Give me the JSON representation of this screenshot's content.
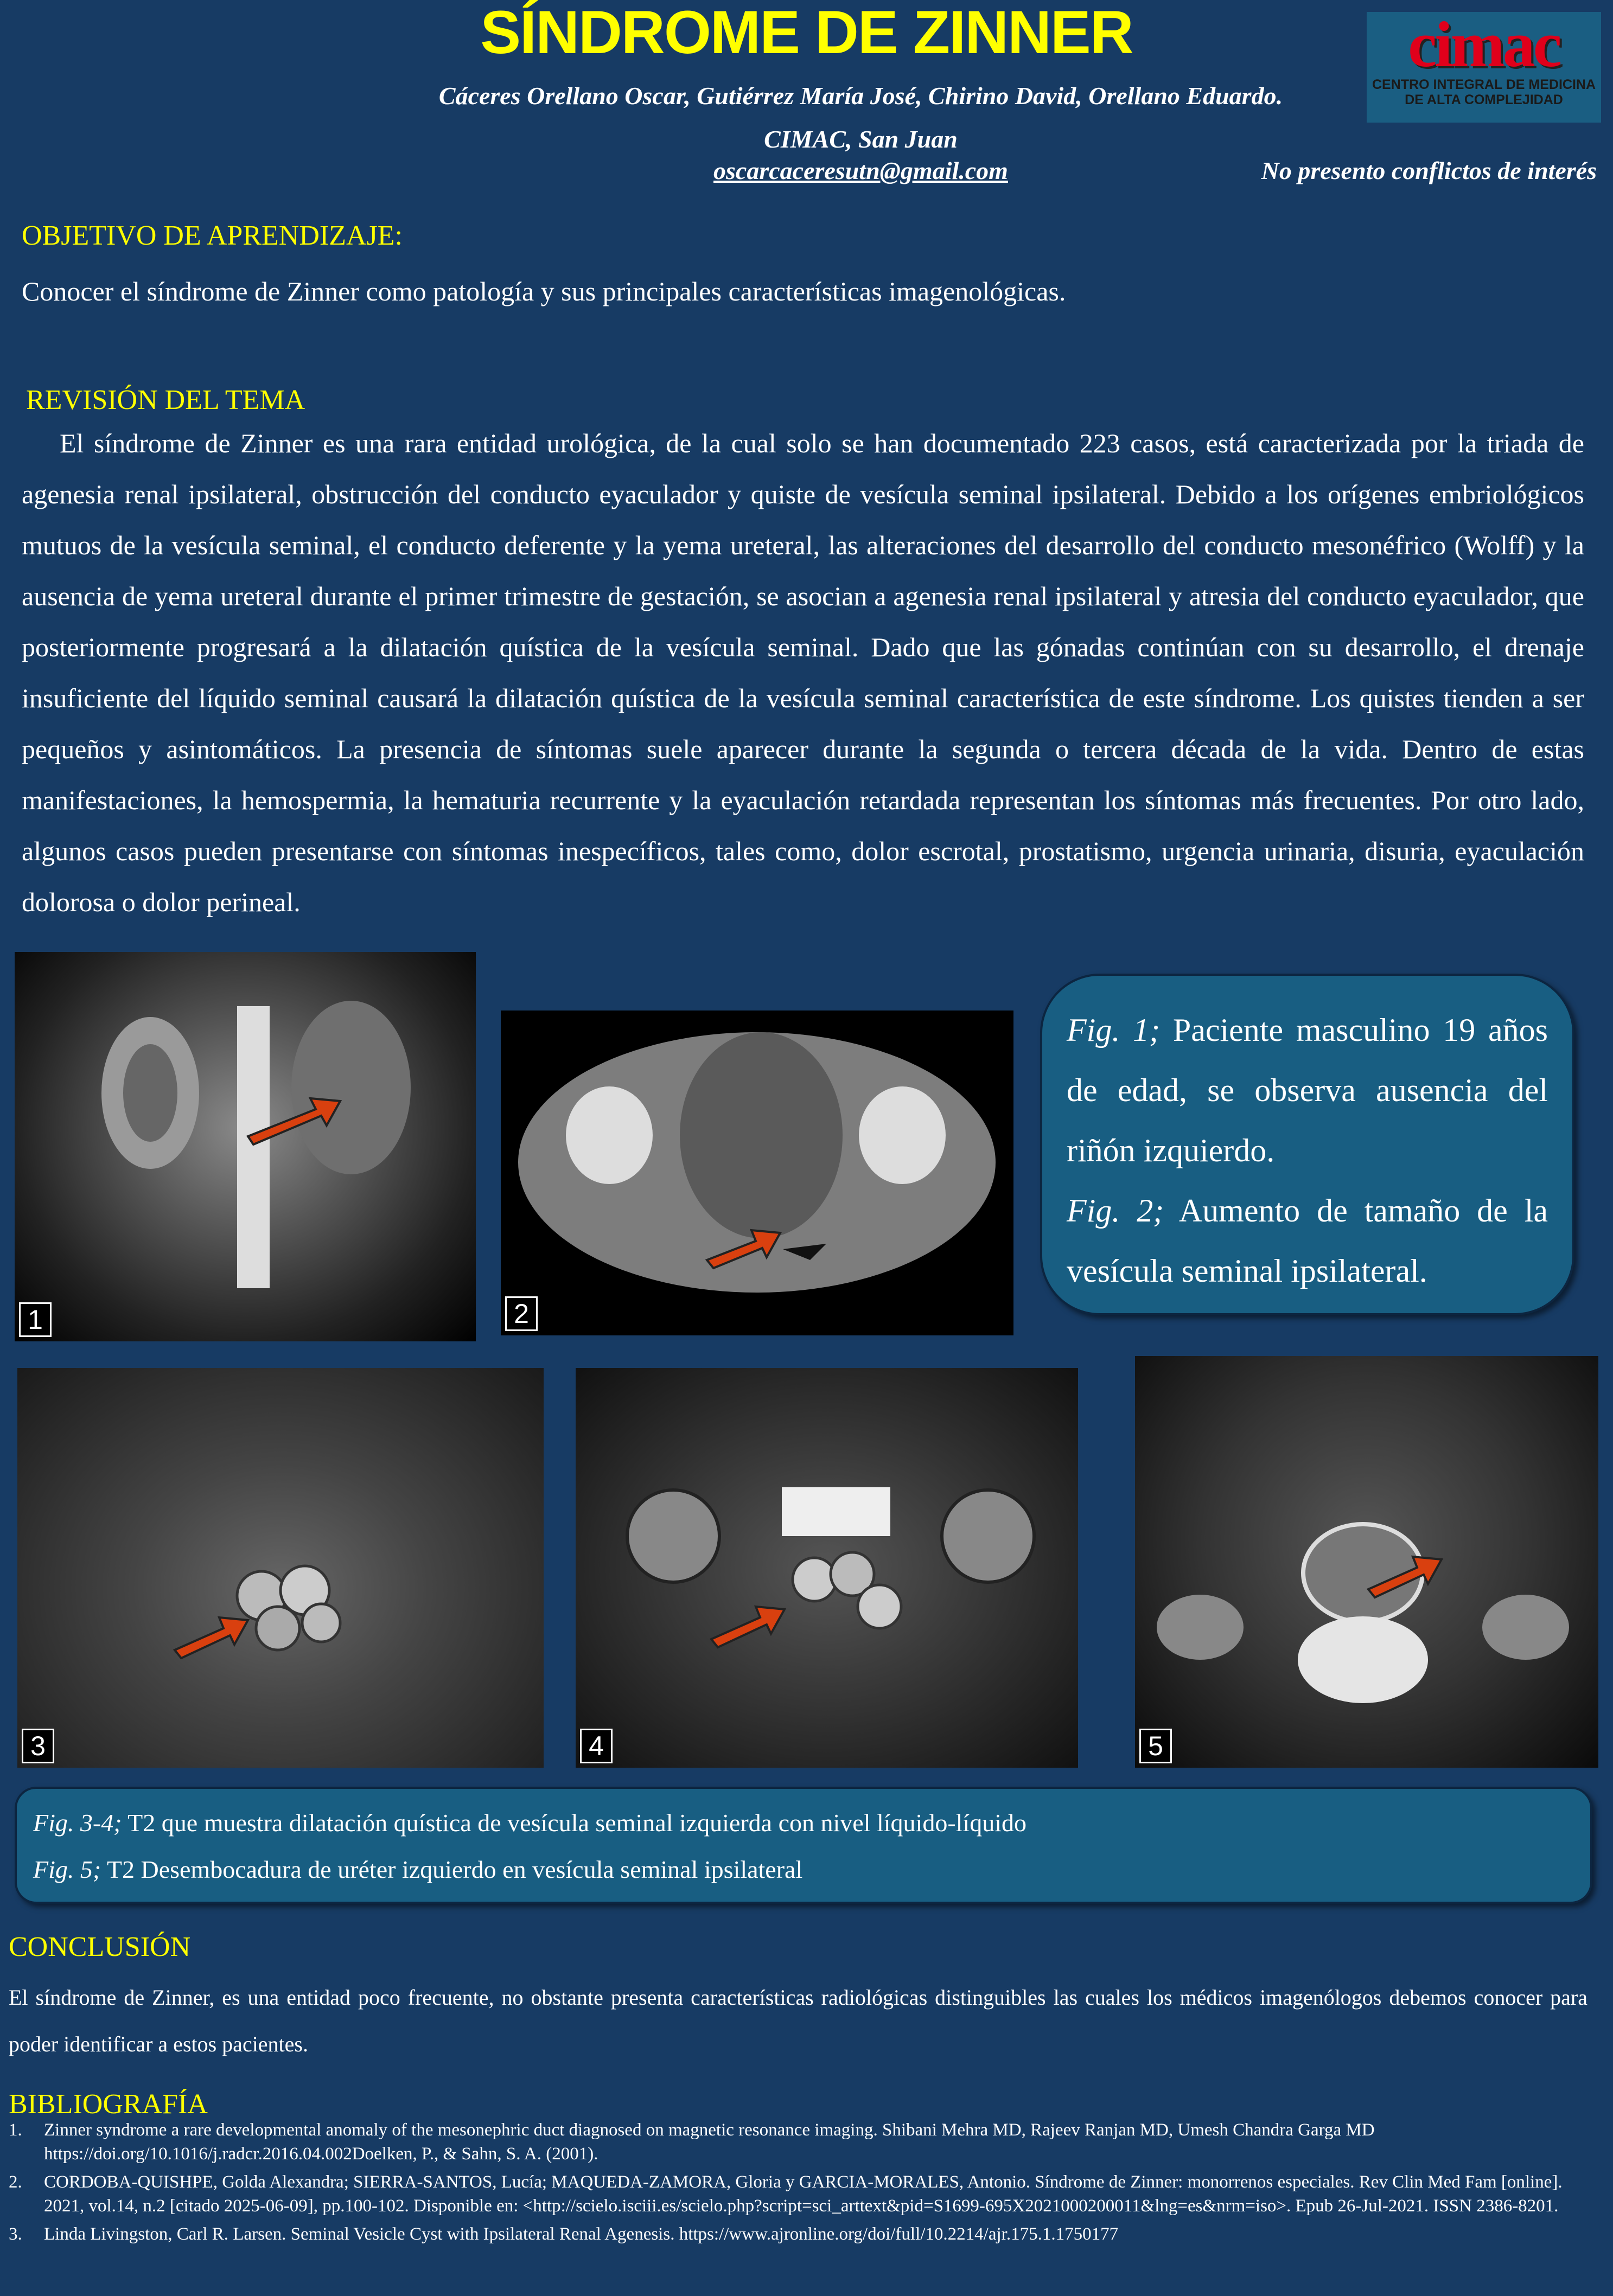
{
  "header": {
    "title": "SÍNDROME DE ZINNER",
    "authors": "Cáceres Orellano Oscar, Gutiérrez María José, Chirino David, Orellano Eduardo.",
    "institution": "CIMAC, San Juan",
    "email": "oscarcaceresutn@gmail.com",
    "conflicts": "No presento conflictos de interés",
    "logo": {
      "brand": "cimac",
      "line1": "CENTRO INTEGRAL DE MEDICINA",
      "line2": "DE ALTA COMPLEJIDAD"
    }
  },
  "objective": {
    "heading": "OBJETIVO DE APRENDIZAJE:",
    "text": "Conocer el síndrome de Zinner como patología y sus principales características imagenológicas."
  },
  "review": {
    "heading": "REVISIÓN DEL TEMA",
    "text": "El síndrome de Zinner es una rara entidad urológica, de la cual solo se han documentado 223 casos, está caracterizada por la triada de agenesia renal ipsilateral, obstrucción del conducto eyaculador y quiste de vesícula seminal ipsilateral. Debido a los orígenes embriológicos mutuos de la vesícula seminal, el conducto deferente y la yema ureteral, las alteraciones del desarrollo del conducto mesonéfrico (Wolff) y la ausencia de yema ureteral durante el primer trimestre de gestación, se asocian a agenesia renal ipsilateral y atresia del conducto eyaculador, que posteriormente progresará a la dilatación quística de la vesícula seminal. Dado que las gónadas continúan con su desarrollo, el drenaje insuficiente del líquido seminal causará la dilatación quística de la vesícula seminal característica de este síndrome. Los quistes tienden a ser pequeños y asintomáticos. La presencia de síntomas suele aparecer durante la segunda o tercera década de la vida. Dentro de estas manifestaciones, la hemospermia, la hematuria recurrente y la eyaculación retardada representan los síntomas más frecuentes. Por otro lado, algunos casos pueden presentarse con síntomas inespecíficos, tales como, dolor escrotal, prostatismo, urgencia urinaria, disuria, eyaculación dolorosa o dolor perineal."
  },
  "figures": {
    "labels": [
      "1",
      "2",
      "3",
      "4",
      "5"
    ]
  },
  "caption1": {
    "fig1_label": "Fig. 1;",
    "fig1_text": " Paciente masculino 19 años de edad, se observa ausencia del riñón izquierdo.",
    "fig2_label": "Fig. 2;",
    "fig2_text": " Aumento de tamaño de la vesícula seminal ipsilateral."
  },
  "caption2": {
    "fig34_label": "Fig. 3-4;",
    "fig34_text": " T2 que muestra dilatación quística de vesícula seminal izquierda con nivel líquido-líquido",
    "fig5_label": "Fig. 5;",
    "fig5_text": " T2 Desembocadura de uréter izquierdo en vesícula seminal ipsilateral"
  },
  "conclusion": {
    "heading": "CONCLUSIÓN",
    "text": "El síndrome de Zinner, es una entidad poco frecuente, no obstante presenta características radiológicas distinguibles las cuales los médicos imagenólogos debemos conocer para poder identificar a estos pacientes."
  },
  "bibliography": {
    "heading": "BIBLIOGRAFÍA",
    "items": [
      {
        "n": "1.",
        "text": "Zinner syndrome a rare developmental anomaly of the mesonephric duct diagnosed on magnetic resonance imaging. Shibani Mehra MD, Rajeev Ranjan MD, Umesh Chandra Garga MD https://doi.org/10.1016/j.radcr.2016.04.002Doelken, P., & Sahn, S. A. (2001)."
      },
      {
        "n": "2.",
        "text": "CORDOBA-QUISHPE, Golda Alexandra; SIERRA-SANTOS, Lucía; MAQUEDA-ZAMORA, Gloria  y  GARCIA-MORALES, Antonio. Síndrome de Zinner: monorrenos especiales. Rev Clin Med Fam [online]. 2021, vol.14, n.2 [citado  2025-06-09], pp.100-102. Disponible en: <http://scielo.isciii.es/scielo.php?script=sci_arttext&pid=S1699-695X2021000200011&lng=es&nrm=iso>.  Epub 26-Jul-2021. ISSN 2386-8201."
      },
      {
        "n": "3.",
        "text": "Linda Livingston, Carl R. Larsen. Seminal Vesicle Cyst with Ipsilateral Renal Agenesis. https://www.ajronline.org/doi/full/10.2214/ajr.175.1.1750177"
      }
    ]
  },
  "colors": {
    "background": "#173b64",
    "heading": "#ffff00",
    "box": "#185e82",
    "arrow": "#d9400f"
  }
}
